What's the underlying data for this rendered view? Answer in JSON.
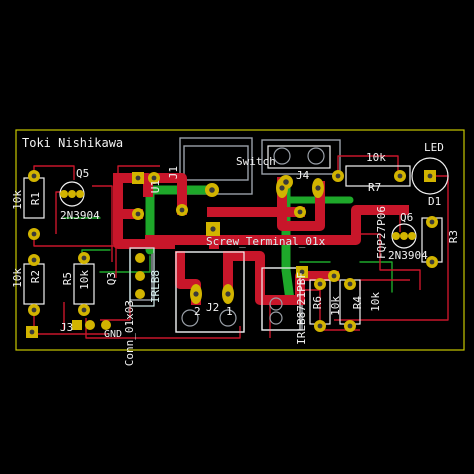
{
  "board": {
    "author": "Toki Nishikawa",
    "colors": {
      "background": "#000000",
      "outline": "#c8c800",
      "copper_top": "#c8162a",
      "copper_bottom": "#1ea82a",
      "silk": "#f2f2f2",
      "pad": "#d2b400",
      "courtyard": "#9aa0a8"
    }
  },
  "labels": {
    "r1_value": "10k",
    "r1_ref": "R1",
    "q5_ref": "Q5",
    "q5_value": "2N3904",
    "r2_value": "10k",
    "r2_ref": "R2",
    "r5_ref": "R5",
    "r5_value": "10k",
    "q3_ref": "Q3",
    "q3_value": "IRLB8",
    "j3_ref": "J3",
    "j3_value": "Conn_01x03",
    "gnd": "GND",
    "u1_ref": "U1",
    "switch_value": "Switch",
    "screw_value": "Screw_Terminal_01x",
    "j1_ref": "J1",
    "j2_ref": "J2",
    "j2_pin2": "2",
    "j2_pin1": "1",
    "j4_ref": "J4",
    "r7_value": "10k",
    "r7_ref": "R7",
    "led_ref": "LED",
    "q6_ref": "Q6",
    "q6_value": "2N3904",
    "fqp_value": "FQP27P06",
    "d1_ref": "D1",
    "r3_ref": "R3",
    "irlb_value": "IRLB8721PBF",
    "r6_ref": "R6",
    "r6_value": "10k",
    "r4_ref": "R4",
    "r4_value": "10k"
  }
}
